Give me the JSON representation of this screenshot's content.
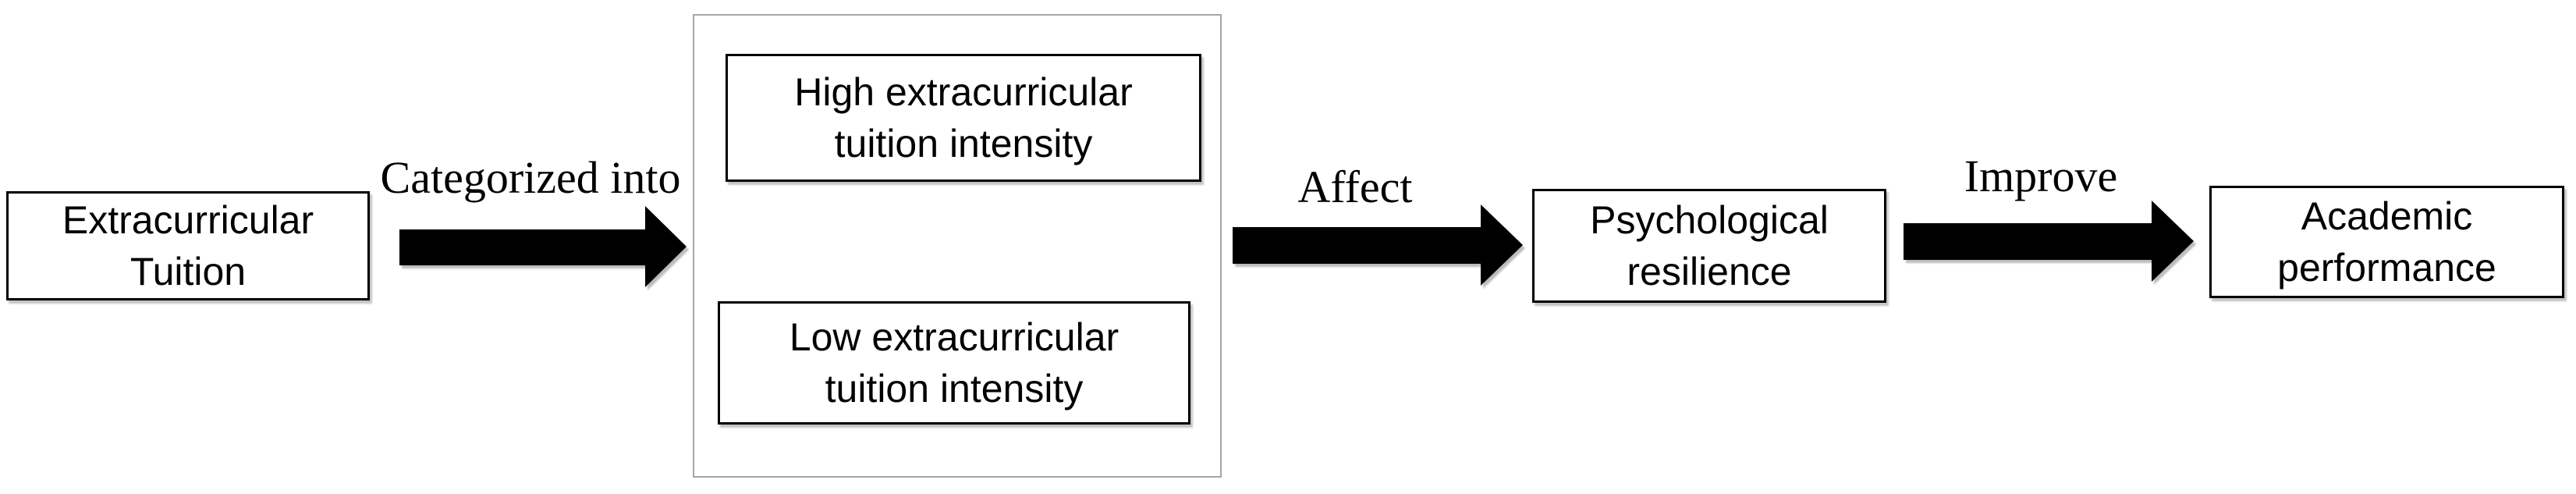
{
  "diagram": {
    "background": "#ffffff",
    "colors": {
      "node_border": "#000000",
      "group_border": "#a6a6a6",
      "arrow_fill": "#000000",
      "text": "#000000"
    },
    "nodes": {
      "source": {
        "label": "Extracurricular Tuition"
      },
      "high": {
        "label": "High extracurricular tuition intensity"
      },
      "low": {
        "label": "Low extracurricular tuition intensity"
      },
      "mediator": {
        "label": "Psychological resilience"
      },
      "outcome": {
        "label": "Academic performance"
      }
    },
    "edges": {
      "categorized_into": {
        "label": "Categorized into"
      },
      "affect": {
        "label": "Affect"
      },
      "improve": {
        "label": "Improve"
      }
    }
  }
}
